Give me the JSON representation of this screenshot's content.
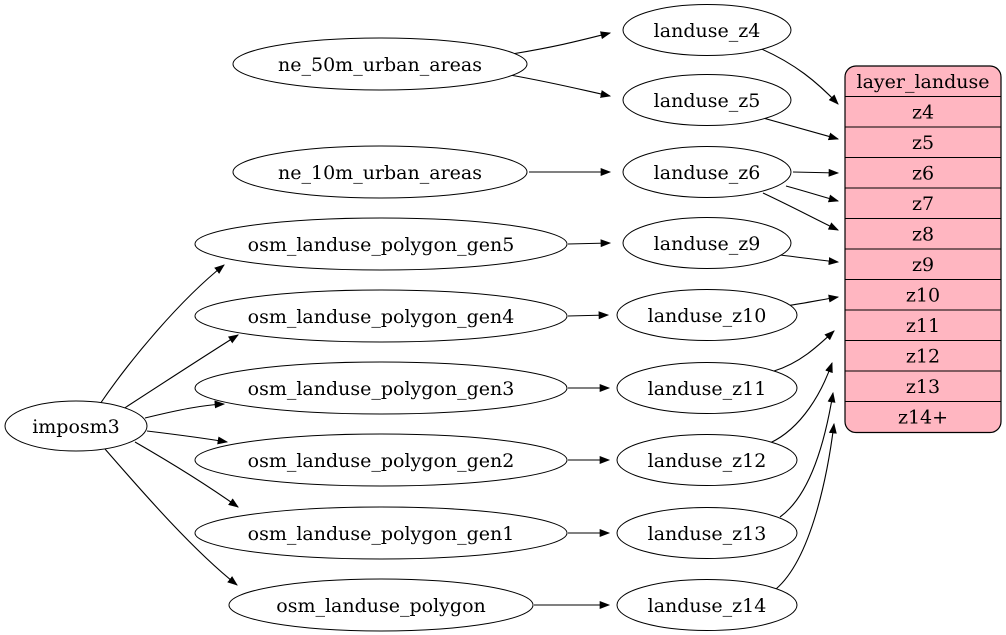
{
  "diagram": {
    "nodes": {
      "imposm3": {
        "label": "imposm3"
      },
      "ne_50m": {
        "label": "ne_50m_urban_areas"
      },
      "ne_10m": {
        "label": "ne_10m_urban_areas"
      },
      "gen5": {
        "label": "osm_landuse_polygon_gen5"
      },
      "gen4": {
        "label": "osm_landuse_polygon_gen4"
      },
      "gen3": {
        "label": "osm_landuse_polygon_gen3"
      },
      "gen2": {
        "label": "osm_landuse_polygon_gen2"
      },
      "gen1": {
        "label": "osm_landuse_polygon_gen1"
      },
      "polygon": {
        "label": "osm_landuse_polygon"
      },
      "z4": {
        "label": "landuse_z4"
      },
      "z5": {
        "label": "landuse_z5"
      },
      "z6": {
        "label": "landuse_z6"
      },
      "z9": {
        "label": "landuse_z9"
      },
      "z10": {
        "label": "landuse_z10"
      },
      "z11": {
        "label": "landuse_z11"
      },
      "z12": {
        "label": "landuse_z12"
      },
      "z13": {
        "label": "landuse_z13"
      },
      "z14": {
        "label": "landuse_z14"
      }
    },
    "layer_table": {
      "header": "layer_landuse",
      "fill_color": "#ffb6c1",
      "rows": [
        "z4",
        "z5",
        "z6",
        "z7",
        "z8",
        "z9",
        "z10",
        "z11",
        "z12",
        "z13",
        "z14+"
      ]
    },
    "edges": [
      {
        "from": "ne_50m_urban_areas",
        "to": "landuse_z4"
      },
      {
        "from": "ne_50m_urban_areas",
        "to": "landuse_z5"
      },
      {
        "from": "ne_10m_urban_areas",
        "to": "landuse_z6"
      },
      {
        "from": "imposm3",
        "to": "osm_landuse_polygon_gen5"
      },
      {
        "from": "imposm3",
        "to": "osm_landuse_polygon_gen4"
      },
      {
        "from": "imposm3",
        "to": "osm_landuse_polygon_gen3"
      },
      {
        "from": "imposm3",
        "to": "osm_landuse_polygon_gen2"
      },
      {
        "from": "imposm3",
        "to": "osm_landuse_polygon_gen1"
      },
      {
        "from": "imposm3",
        "to": "osm_landuse_polygon"
      },
      {
        "from": "osm_landuse_polygon_gen5",
        "to": "landuse_z9"
      },
      {
        "from": "osm_landuse_polygon_gen4",
        "to": "landuse_z10"
      },
      {
        "from": "osm_landuse_polygon_gen3",
        "to": "landuse_z11"
      },
      {
        "from": "osm_landuse_polygon_gen2",
        "to": "landuse_z12"
      },
      {
        "from": "osm_landuse_polygon_gen1",
        "to": "landuse_z13"
      },
      {
        "from": "osm_landuse_polygon",
        "to": "landuse_z14"
      },
      {
        "from": "landuse_z4",
        "to": "layer_landuse.z4"
      },
      {
        "from": "landuse_z5",
        "to": "layer_landuse.z5"
      },
      {
        "from": "landuse_z6",
        "to": "layer_landuse.z6"
      },
      {
        "from": "landuse_z6",
        "to": "layer_landuse.z7"
      },
      {
        "from": "landuse_z6",
        "to": "layer_landuse.z8"
      },
      {
        "from": "landuse_z9",
        "to": "layer_landuse.z9"
      },
      {
        "from": "landuse_z10",
        "to": "layer_landuse.z10"
      },
      {
        "from": "landuse_z11",
        "to": "layer_landuse.z11"
      },
      {
        "from": "landuse_z12",
        "to": "layer_landuse.z12"
      },
      {
        "from": "landuse_z13",
        "to": "layer_landuse.z13"
      },
      {
        "from": "landuse_z14",
        "to": "layer_landuse.z14+"
      }
    ]
  }
}
